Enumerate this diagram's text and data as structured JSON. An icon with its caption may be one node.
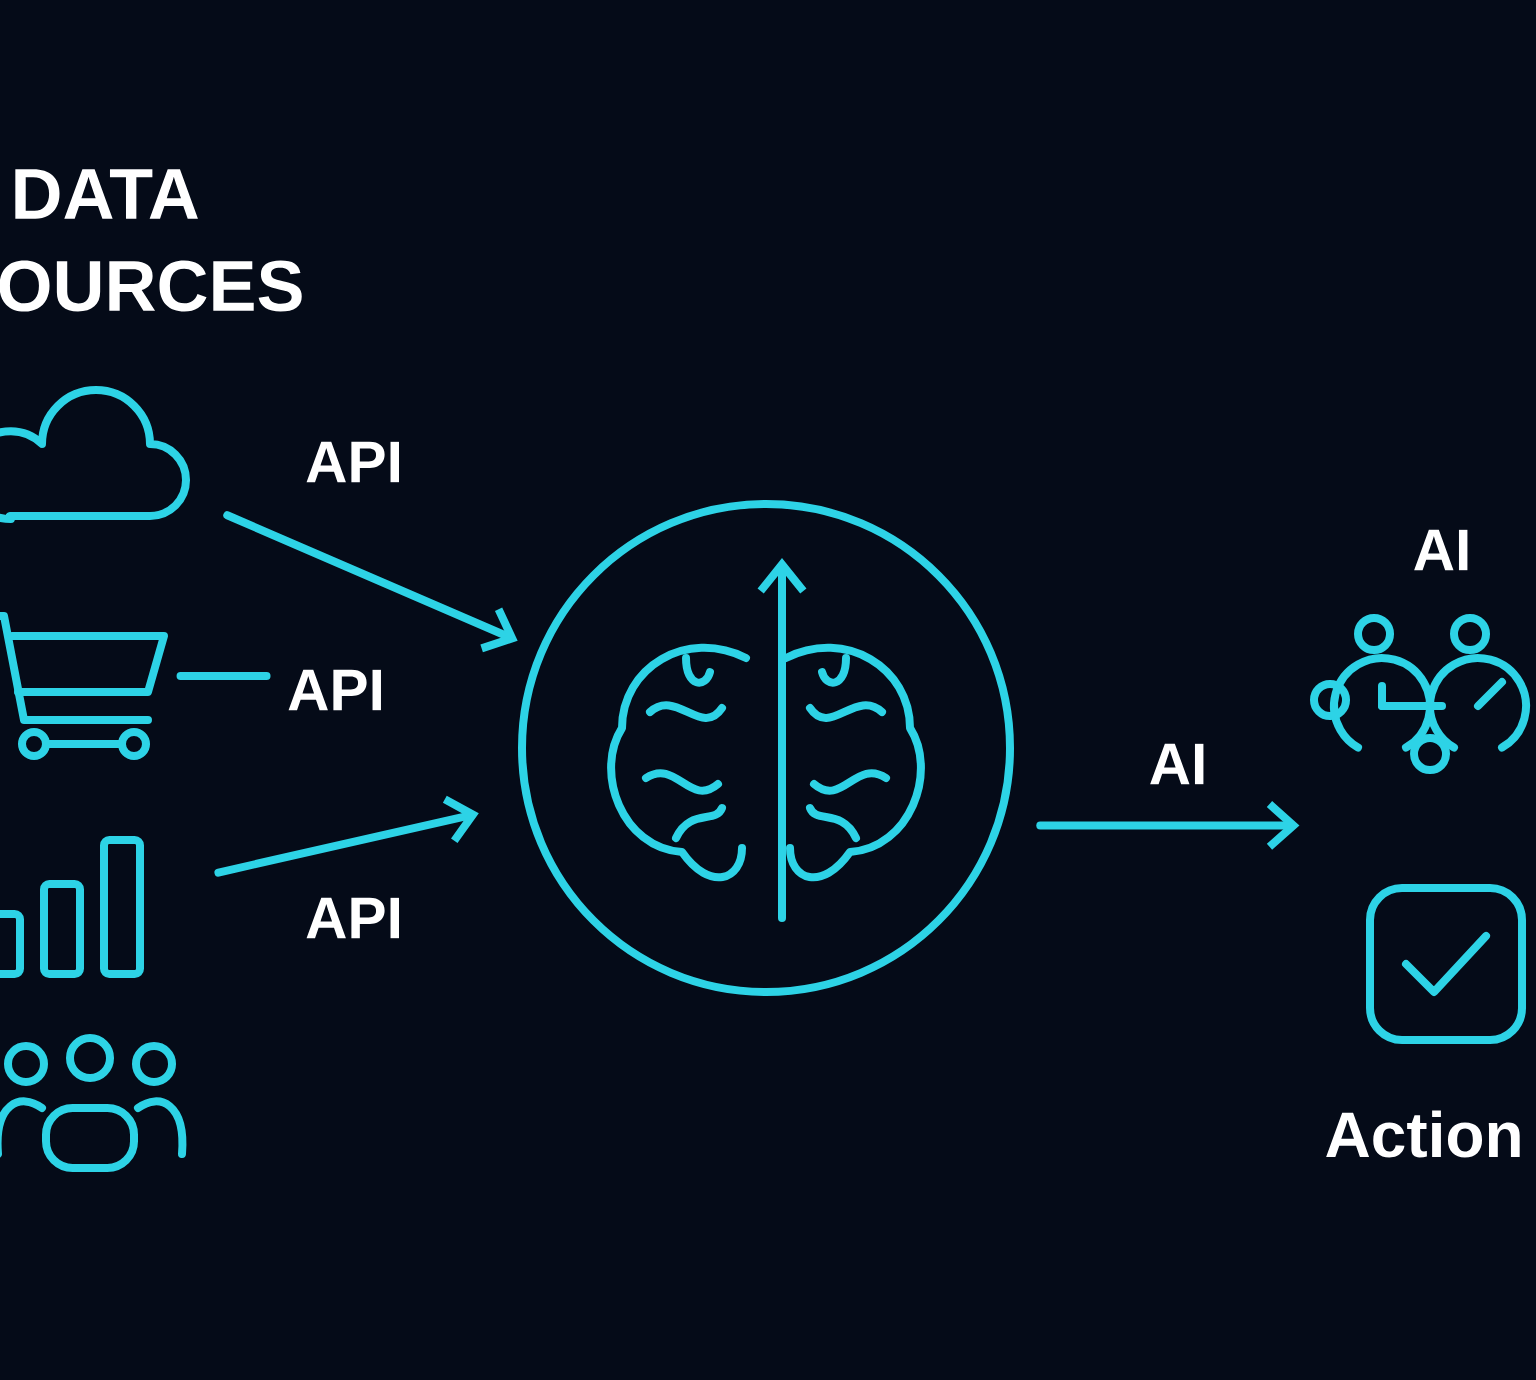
{
  "diagram": {
    "nodes": [
      {
        "text": [],
        "shape": "cloud"
      },
      {
        "text": [],
        "shape": "cart"
      },
      {
        "text": [],
        "shape": "bar"
      },
      {
        "text": [],
        "shape": "person"
      },
      {
        "text": [],
        "shape": "circle"
      },
      {
        "text": [],
        "shape": "network",
        "beside": [
          "AI"
        ]
      },
      {
        "text": [],
        "shape": "box"
      }
    ],
    "edges": [
      {
        "from": 0,
        "to": 4,
        "arrow": "to",
        "label": "API"
      },
      {
        "from": 1,
        "to": null,
        "arrow": "none",
        "label": "API"
      },
      {
        "from": 2,
        "to": 4,
        "arrow": "to",
        "label": "API"
      },
      {
        "from": 4,
        "to": 5,
        "arrow": "to",
        "label": "AI"
      }
    ],
    "labels": [
      "DATA",
      "OURCES",
      "Action"
    ]
  }
}
